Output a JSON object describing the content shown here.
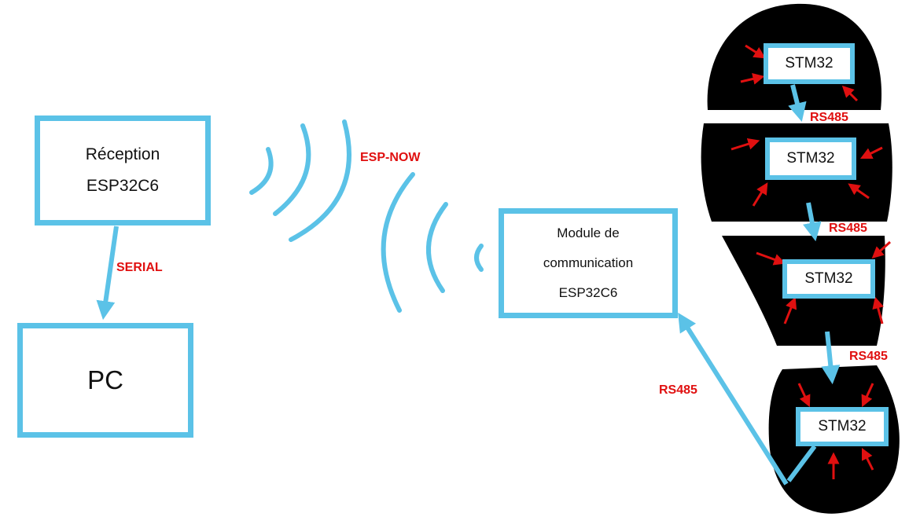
{
  "reception": {
    "line1": "Réception",
    "line2": "ESP32C6"
  },
  "pc": {
    "label": "PC"
  },
  "module": {
    "line1": "Module de",
    "line2": "communication",
    "line3": "ESP32C6"
  },
  "stm_chips": [
    {
      "label": "STM32"
    },
    {
      "label": "STM32"
    },
    {
      "label": "STM32"
    },
    {
      "label": "STM32"
    }
  ],
  "links": {
    "serial": "SERIAL",
    "espnow": "ESP-NOW",
    "rs485_1": "RS485",
    "rs485_2": "RS485",
    "rs485_3": "RS485",
    "rs485_module": "RS485"
  },
  "colors": {
    "link": "#5bc2e7",
    "label": "#e01010",
    "sole": "#000000",
    "pressure": "#e01010"
  }
}
